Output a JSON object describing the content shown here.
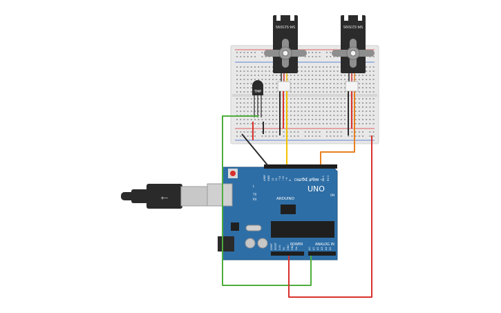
{
  "servo_left": {
    "label": "SM-S2309S"
  },
  "servo_right": {
    "label": "SM-S2309S"
  },
  "temp_sensor": {
    "label": "TMP"
  },
  "arduino": {
    "brand": "ARDUINO",
    "model": "UNO",
    "digital_label": "DIGITAL (PWM ~)",
    "power_label": "POWER",
    "analog_label": "ANALOG IN",
    "tx_label": "TX",
    "rx_label": "RX",
    "l_label": "L",
    "on_label": "ON",
    "aref_label": "AREF",
    "gnd_label": "GND",
    "pin13": "13",
    "pin12": "12",
    "pin11": "~11",
    "pin10": "~10",
    "pin9": "~9",
    "pin8": "8",
    "pin7": "7",
    "pin6": "~6",
    "pin5": "~5",
    "pin4": "4",
    "pin3": "~3",
    "pin2": "2",
    "pin1": "TX 1",
    "pin0": "RX 0",
    "ioref": "IOREF",
    "reset": "RESET",
    "v33": "3.3V",
    "v5": "5V",
    "gnd1": "GND",
    "gnd2": "GND",
    "vin": "Vin",
    "a0": "A0",
    "a1": "A1",
    "a2": "A2",
    "a3": "A3",
    "a4": "A4",
    "a5": "A5"
  },
  "colors": {
    "board": "#2E6EA6",
    "board_dark": "#1F5585",
    "breadboard": "#E6E6E6",
    "wire_red": "#D9302B",
    "wire_green": "#4DAE3C",
    "wire_black": "#2A2A2A",
    "wire_yellow": "#F2C200",
    "wire_orange": "#E8801E"
  }
}
